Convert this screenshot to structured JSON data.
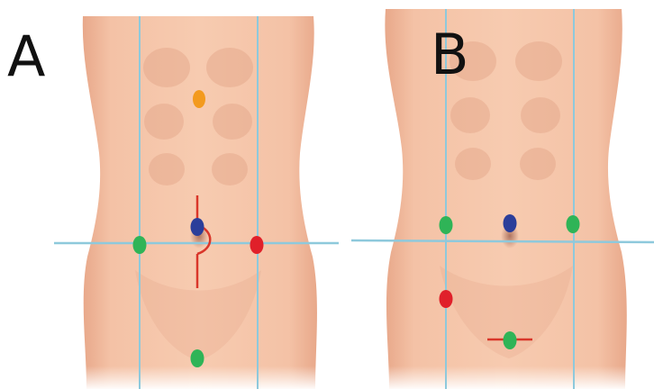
{
  "panels": [
    {
      "label": "A",
      "markers": [
        {
          "name": "port-orange",
          "color": "#f39a1e"
        },
        {
          "name": "port-blue",
          "color": "#2b3e9a"
        },
        {
          "name": "port-green-left",
          "color": "#2fb457"
        },
        {
          "name": "port-red",
          "color": "#e0202a"
        },
        {
          "name": "port-green-bottom",
          "color": "#2fb457"
        }
      ],
      "incision": "vertical-periumbilical"
    },
    {
      "label": "B",
      "markers": [
        {
          "name": "port-green-left",
          "color": "#2fb457"
        },
        {
          "name": "port-blue",
          "color": "#2b3e9a"
        },
        {
          "name": "port-green-right",
          "color": "#2fb457"
        },
        {
          "name": "port-red",
          "color": "#e0202a"
        },
        {
          "name": "port-green-bottom",
          "color": "#2fb457"
        }
      ],
      "incision": "horizontal-suprapubic"
    }
  ],
  "colors": {
    "skin": "#f2b99a",
    "skin_shadow": "#dc9a7c",
    "guide_line": "#8ec9dc",
    "incision": "#d9362a"
  }
}
